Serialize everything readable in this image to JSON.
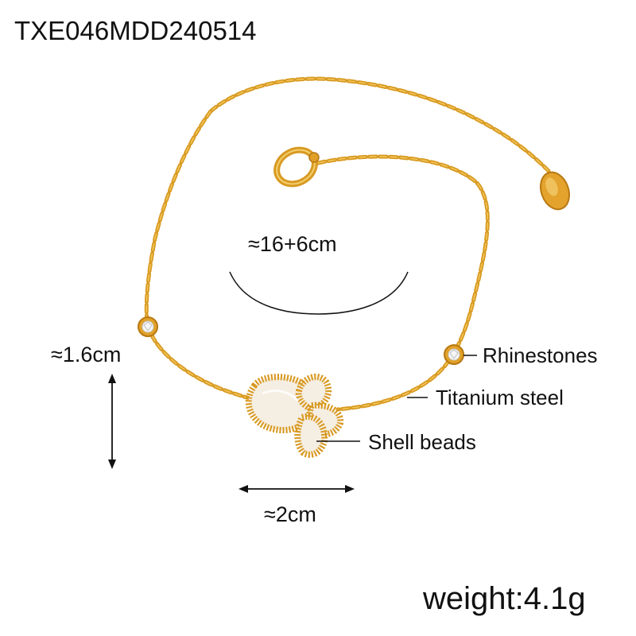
{
  "product_code": "TXE046MDD240514",
  "dimensions": {
    "length": "≈16+6cm",
    "height": "≈1.6cm",
    "width": "≈2cm"
  },
  "materials": {
    "rhinestones": "Rhinestones",
    "titanium_steel": "Titanium steel",
    "shell_beads": "Shell beads"
  },
  "weight": "weight:4.1g",
  "colors": {
    "gold": "#e0a028",
    "gold_dark": "#b87812",
    "shell": "#f6efe4",
    "line": "#111111"
  }
}
